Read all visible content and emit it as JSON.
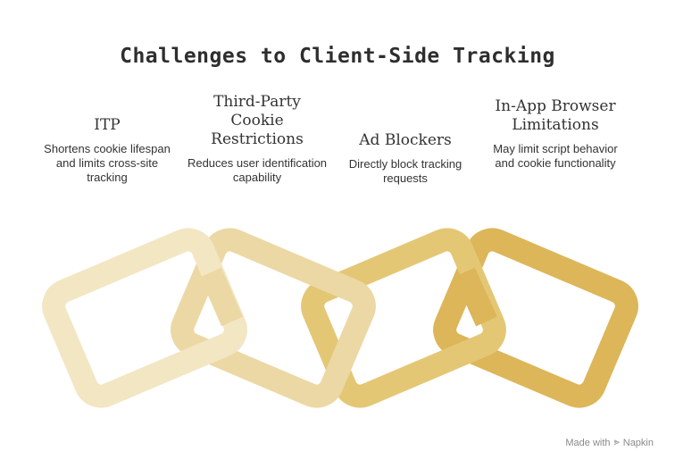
{
  "title": "Challenges to Client-Side Tracking",
  "items": [
    {
      "title": "ITP",
      "desc": "Shortens cookie lifespan and limits cross-site tracking",
      "color": "#f3e6c3"
    },
    {
      "title": "Third-Party Cookie Restrictions",
      "desc": "Reduces user identification capability",
      "color": "#ecd8a4"
    },
    {
      "title": "Ad Blockers",
      "desc": "Directly block tracking requests",
      "color": "#e4c775"
    },
    {
      "title": "In-App Browser Limitations",
      "desc": "May limit script behavior and cookie functionality",
      "color": "#dcb659"
    }
  ],
  "credit": {
    "text": "Made with",
    "brand": "Napkin",
    "icon": "napkin-logo-icon"
  }
}
